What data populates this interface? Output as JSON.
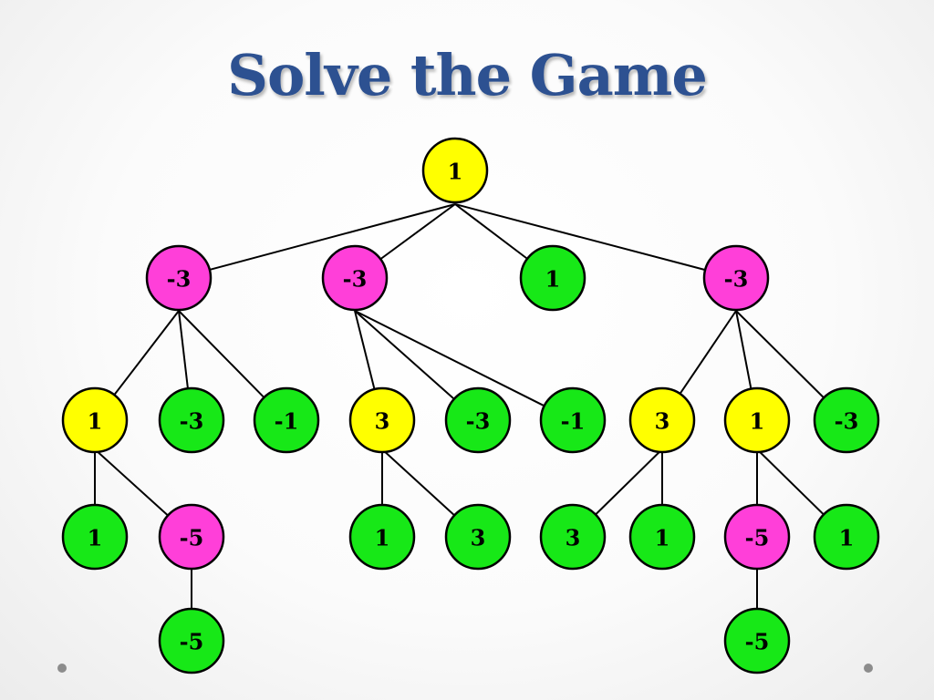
{
  "title": "Solve the Game",
  "colors": {
    "title": "#2d5191",
    "yellow": "#ffff00",
    "magenta": "#ff3fd9",
    "green": "#17e817",
    "edge": "#000000"
  },
  "nodes": [
    {
      "id": "root",
      "label": "1",
      "color": "yellow"
    },
    {
      "id": "a",
      "label": "-3",
      "color": "magenta"
    },
    {
      "id": "b",
      "label": "-3",
      "color": "magenta"
    },
    {
      "id": "c",
      "label": "1",
      "color": "green"
    },
    {
      "id": "d",
      "label": "-3",
      "color": "magenta"
    },
    {
      "id": "a1",
      "label": "1",
      "color": "yellow"
    },
    {
      "id": "a2",
      "label": "-3",
      "color": "green"
    },
    {
      "id": "a3",
      "label": "-1",
      "color": "green"
    },
    {
      "id": "b1",
      "label": "3",
      "color": "yellow"
    },
    {
      "id": "b2",
      "label": "-3",
      "color": "green"
    },
    {
      "id": "b3",
      "label": "-1",
      "color": "green"
    },
    {
      "id": "d1",
      "label": "3",
      "color": "yellow"
    },
    {
      "id": "d2",
      "label": "1",
      "color": "yellow"
    },
    {
      "id": "d3",
      "label": "-3",
      "color": "green"
    },
    {
      "id": "a1a",
      "label": "1",
      "color": "green"
    },
    {
      "id": "a1b",
      "label": "-5",
      "color": "magenta"
    },
    {
      "id": "b1a",
      "label": "1",
      "color": "green"
    },
    {
      "id": "b1b",
      "label": "3",
      "color": "green"
    },
    {
      "id": "d1a",
      "label": "3",
      "color": "green"
    },
    {
      "id": "d1b",
      "label": "1",
      "color": "green"
    },
    {
      "id": "d2a",
      "label": "-5",
      "color": "magenta"
    },
    {
      "id": "d2b",
      "label": "1",
      "color": "green"
    },
    {
      "id": "a1b1",
      "label": "-5",
      "color": "green"
    },
    {
      "id": "d2a1",
      "label": "-5",
      "color": "green"
    }
  ],
  "edges": [
    [
      "root",
      "a"
    ],
    [
      "root",
      "b"
    ],
    [
      "root",
      "c"
    ],
    [
      "root",
      "d"
    ],
    [
      "a",
      "a1"
    ],
    [
      "a",
      "a2"
    ],
    [
      "a",
      "a3"
    ],
    [
      "b",
      "b1"
    ],
    [
      "b",
      "b2"
    ],
    [
      "b",
      "b3"
    ],
    [
      "d",
      "d1"
    ],
    [
      "d",
      "d2"
    ],
    [
      "d",
      "d3"
    ],
    [
      "a1",
      "a1a"
    ],
    [
      "a1",
      "a1b"
    ],
    [
      "b1",
      "b1a"
    ],
    [
      "b1",
      "b1b"
    ],
    [
      "d1",
      "d1a"
    ],
    [
      "d1",
      "d1b"
    ],
    [
      "d2",
      "d2a"
    ],
    [
      "d2",
      "d2b"
    ],
    [
      "a1b",
      "a1b1"
    ],
    [
      "d2a",
      "d2a1"
    ]
  ]
}
